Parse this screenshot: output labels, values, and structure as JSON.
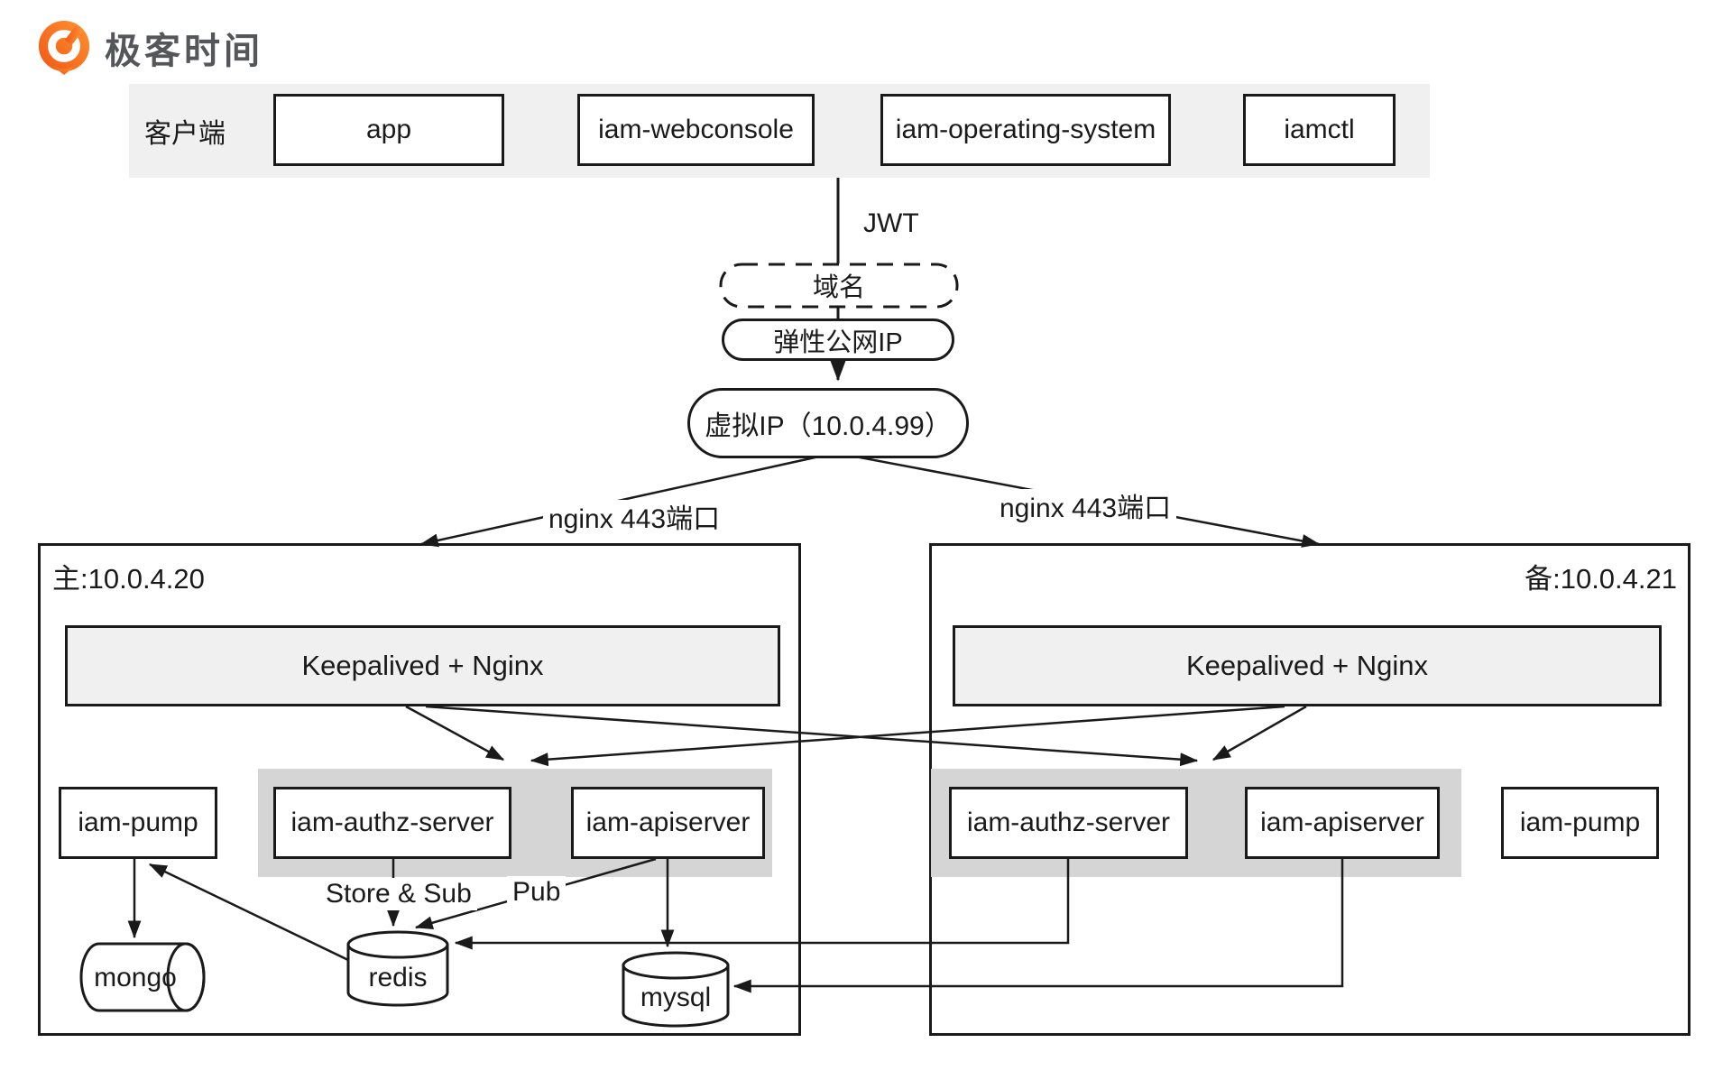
{
  "brand": {
    "name": "极客时间",
    "logo_colors": {
      "gradient_start": "#ef5713",
      "gradient_end": "#ff9334",
      "text": "#54565a"
    }
  },
  "clients": {
    "label": "客户端",
    "items": [
      "app",
      "iam-webconsole",
      "iam-operating-system",
      "iamctl"
    ]
  },
  "flow": {
    "jwt_label": "JWT",
    "domain": "域名",
    "eip": "弹性公网IP",
    "vip": "虚拟IP（10.0.4.99）",
    "nginx_left": "nginx 443端口",
    "nginx_right": "nginx 443端口"
  },
  "master": {
    "title": "主:10.0.4.20",
    "gateway": "Keepalived + Nginx",
    "services": {
      "pump": "iam-pump",
      "authz": "iam-authz-server",
      "api": "iam-apiserver"
    },
    "edge_labels": {
      "store_sub": "Store & Sub",
      "pub": "Pub"
    },
    "datastores": {
      "mongo": "mongo",
      "redis": "redis",
      "mysql": "mysql"
    }
  },
  "backup": {
    "title": "备:10.0.4.21",
    "gateway": "Keepalived + Nginx",
    "services": {
      "authz": "iam-authz-server",
      "api": "iam-apiserver",
      "pump": "iam-pump"
    }
  },
  "colors": {
    "stroke": "#1a1a1a",
    "band_gray": "#f0f0f0",
    "container_gray": "#d5d5d5",
    "background": "#ffffff"
  }
}
